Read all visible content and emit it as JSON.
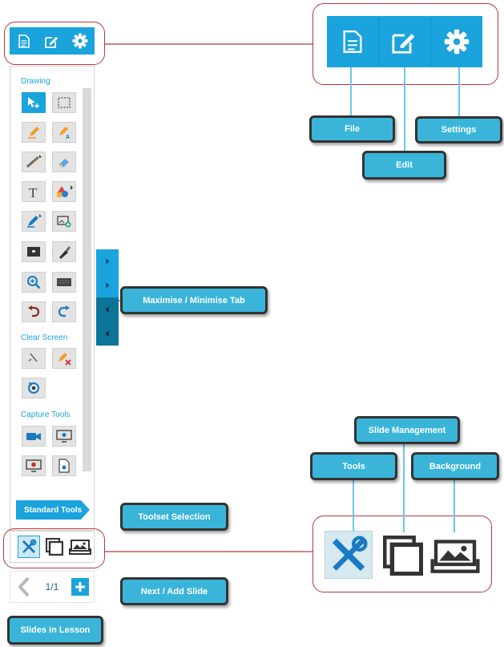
{
  "panel": {
    "sections": {
      "drawing": "Drawing",
      "clear_screen": "Clear Screen",
      "capture_tools": "Capture Tools"
    },
    "standard_tools_label": "Standard Tools",
    "slide_counter": "1/1"
  },
  "callouts": {
    "file": "File",
    "edit": "Edit",
    "settings": "Settings",
    "maximise_minimise_tab": "Maximise / Minimise Tab",
    "toolset_selection": "Toolset Selection",
    "next_add_slide": "Next / Add Slide",
    "slides_in_lesson": "Slides in Lesson",
    "slide_management": "Slide Management",
    "tools": "Tools",
    "background": "Background"
  },
  "colors": {
    "accent": "#1aa3dc",
    "callout_fill": "#3ab5d9",
    "highlight_border": "#b13a3a"
  }
}
